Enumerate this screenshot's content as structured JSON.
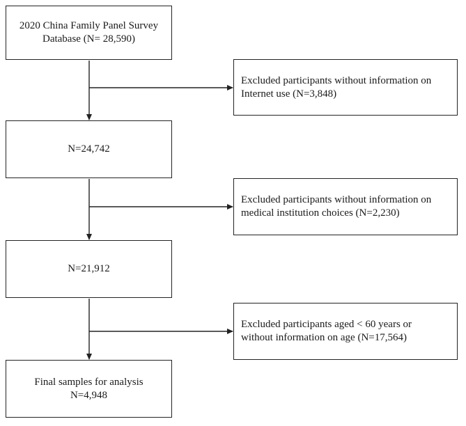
{
  "flowchart": {
    "steps": [
      {
        "label": "2020 China Family Panel Survey\nDatabase (N= 28,590)"
      },
      {
        "label": "N=24,742"
      },
      {
        "label": "N=21,912"
      },
      {
        "label": "Final samples for analysis\nN=4,948"
      }
    ],
    "exclusions": [
      {
        "label": "Excluded participants without information on\nInternet use (N=3,848)"
      },
      {
        "label": "Excluded participants without information on\nmedical institution choices (N=2,230)"
      },
      {
        "label": "Excluded participants aged < 60 years or\nwithout information on age  (N=17,564)"
      }
    ]
  },
  "colors": {
    "line": "#222222",
    "background": "#ffffff"
  }
}
